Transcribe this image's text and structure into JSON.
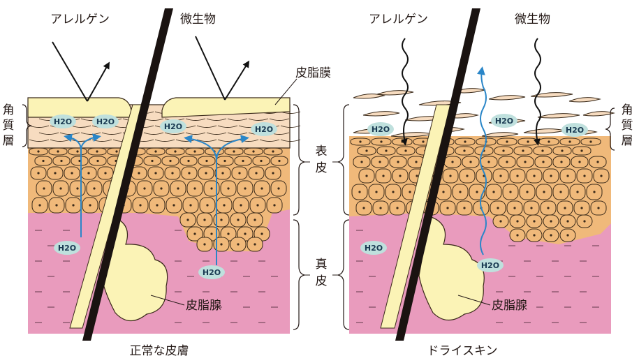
{
  "panels": {
    "normal": {
      "caption": "正常な皮膚",
      "allergen_label": "アレルゲン",
      "microbe_label": "微生物",
      "sebum_film_label": "皮脂膜",
      "sebaceous_gland_label": "皮脂腺",
      "water_label": "H2O"
    },
    "dry": {
      "caption": "ドライスキン",
      "allergen_label": "アレルゲン",
      "microbe_label": "微生物",
      "sebaceous_gland_label": "皮脂腺",
      "water_label": "H2O"
    }
  },
  "layers": {
    "stratum_corneum": [
      "角",
      "質",
      "層"
    ],
    "epidermis": [
      "表",
      "皮"
    ],
    "dermis": [
      "真",
      "皮"
    ]
  },
  "colors": {
    "dermis": "#e99bbd",
    "epidermis_cell": "#f0b97a",
    "cell_outline": "#3a2a1a",
    "corneum": "#f7dcc0",
    "sebum": "#fbf3b6",
    "hair": "#1a1311",
    "water_arrow": "#2a86c8",
    "h2o_bubble": "#bfe0dd"
  }
}
